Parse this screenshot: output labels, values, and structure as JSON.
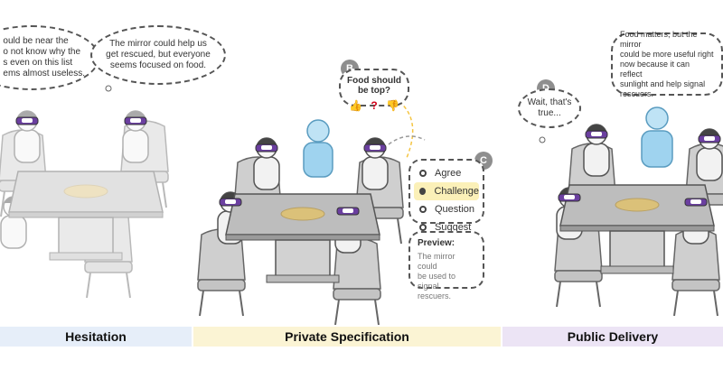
{
  "panels": [
    {
      "label": "Hesitation",
      "color": "#e6eef9"
    },
    {
      "label": "Private Specification",
      "color": "#fbf4d4"
    },
    {
      "label": "Public Delivery",
      "color": "#ece4f5"
    }
  ],
  "bubbles": {
    "left_partial": "ould be near the\no not know why the\ns even on this list\nems almost useless.",
    "left_mirror": "The mirror could help us\nget rescued, but everyone\nseems focused on food.",
    "b_badge": "B",
    "b_question": "Food should be top?",
    "c_badge": "C",
    "c_options": [
      "Agree",
      "Challenge",
      "Question",
      "Suggest"
    ],
    "c_selected": 1,
    "preview_label": "Preview:",
    "preview_text": "The mirror could\nbe used to signal\nrescuers.",
    "d_badge": "D",
    "d_text": "Wait, that's\ntrue...",
    "right_text": "Food matters, but the mirror\ncould be more useful right\nnow because it can reflect\nsunlight and help signal\nrescuers."
  },
  "colors": {
    "headset": "#6b3fa0",
    "ghost": "#9fd3ef",
    "accent": "#f5c542"
  }
}
